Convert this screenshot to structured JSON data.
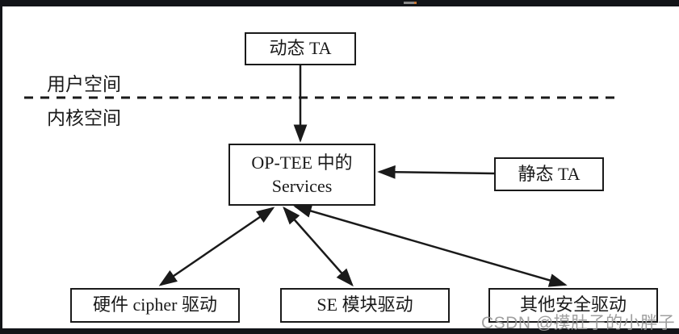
{
  "diagram": {
    "boxes": {
      "dynamic_ta": {
        "label": "动态 TA"
      },
      "optee_services": {
        "line1": "OP-TEE 中的",
        "line2": "Services"
      },
      "static_ta": {
        "label": "静态 TA"
      },
      "hw_cipher_driver": {
        "label": "硬件 cipher 驱动"
      },
      "se_module_driver": {
        "label": "SE 模块驱动"
      },
      "other_secure_driver": {
        "label": "其他安全驱动"
      }
    },
    "labels": {
      "user_space": "用户空间",
      "kernel_space": "内核空间"
    },
    "colors": {
      "ink": "#1a1a1a",
      "background": "#ffffff",
      "frame_bar": "#121418",
      "watermark": "#989898"
    }
  },
  "watermark": {
    "text": "CSDN @摸肚子的小胖子"
  }
}
